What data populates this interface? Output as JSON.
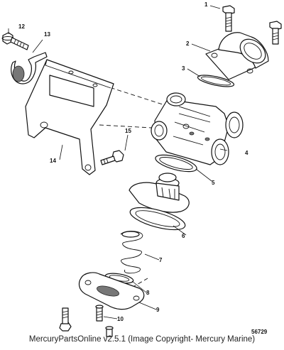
{
  "callouts": [
    "1",
    "2",
    "3",
    "4",
    "5",
    "6",
    "7",
    "8",
    "9",
    "10",
    "12",
    "13",
    "14",
    "15"
  ],
  "drawing_number": "56729",
  "footer": "MercuryPartsOnline v2.5.1 (Image Copyright- Mercury Marine)"
}
